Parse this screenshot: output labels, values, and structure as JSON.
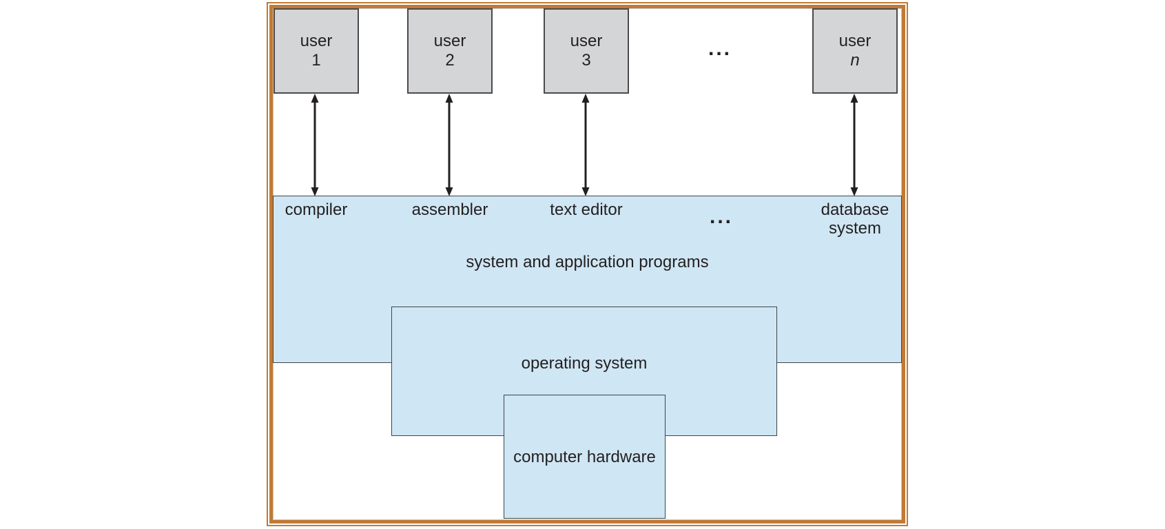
{
  "colors": {
    "frame_orange": "#c07a35",
    "box_gray": "#d4d5d6",
    "box_blue": "#cfe6f4",
    "ink": "#231f20"
  },
  "figure": {
    "users": [
      {
        "line1": "user",
        "line2": "1"
      },
      {
        "line1": "user",
        "line2": "2"
      },
      {
        "line1": "user",
        "line2": "3"
      },
      {
        "line1": "user",
        "line2": "n"
      }
    ],
    "top_ellipsis": "...",
    "programs": {
      "compiler": "compiler",
      "assembler": "assembler",
      "text_editor": "text editor",
      "ellipsis": "...",
      "database_system": "database system"
    },
    "band_title": "system and application programs",
    "os_label": "operating system",
    "hw_label": "computer hardware"
  }
}
